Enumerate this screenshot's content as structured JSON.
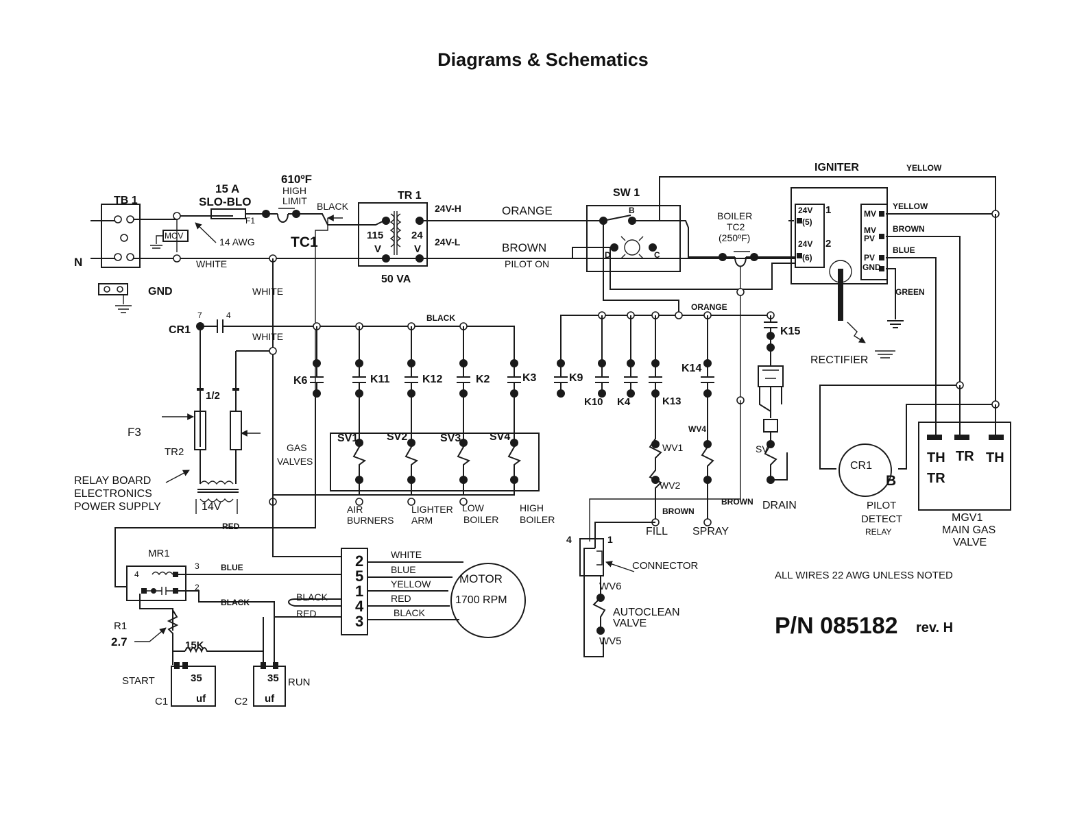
{
  "page": {
    "title": "Diagrams & Schematics"
  },
  "diagram": {
    "power_in": {
      "tb1": "TB 1",
      "n": "N",
      "gnd": "GND",
      "mov": "MOV",
      "f1": "F1",
      "awg14": "14 AWG",
      "white_top": "WHITE",
      "white_mid": "WHITE",
      "white_cr": "WHITE",
      "fuse_a": "15 A",
      "fuse_b": "SLO-BLO",
      "hl_a": "610ºF",
      "hl_b": "HIGH",
      "hl_c": "LIMIT",
      "black_top": "BLACK",
      "tc1": "TC1"
    },
    "transformer": {
      "name": "TR 1",
      "v115": "115",
      "v24": "24",
      "vl": "V",
      "vr": "V",
      "va": "50 VA",
      "h": "24V-H",
      "l": "24V-L",
      "orange": "ORANGE",
      "brown": "BROWN",
      "pilot_on": "PILOT ON"
    },
    "sw1": {
      "name": "SW 1",
      "b": "B",
      "c": "C",
      "d": "D"
    },
    "boiler": {
      "a": "BOILER",
      "b": "TC2",
      "c": "(250ºF)"
    },
    "igniter": {
      "label": "IGNITER",
      "yellow_top": "YELLOW",
      "t1": "24V",
      "t1n": "1",
      "t5": "(5)",
      "t2": "24V",
      "t2n": "2",
      "t6": "(6)",
      "mv": "MV",
      "mvpv_a": "MV",
      "mvpv_b": "PV",
      "pv": "PV",
      "gnd": "GND",
      "yellow": "YELLOW",
      "brown": "BROWN",
      "blue": "BLUE",
      "green": "GREEN",
      "rectifier": "RECTIFIER"
    },
    "relay_bus": {
      "cr1": "CR1",
      "p7": "7",
      "p4": "4",
      "black": "BLACK",
      "orange": "ORANGE",
      "k6": "K6",
      "k11": "K11",
      "k12": "K12",
      "k2": "K2",
      "k3": "K3",
      "k9": "K9",
      "k10": "K10",
      "k4": "K4",
      "k13": "K13",
      "k14": "K14",
      "k15": "K15",
      "wv4": "WV4",
      "wv1": "WV1",
      "wv2": "WV2",
      "brown_fill": "BROWN",
      "brown_drain": "BROWN",
      "fill": "FILL",
      "spray": "SPRAY",
      "sv": "SV",
      "drain": "DRAIN"
    },
    "gas_valves": {
      "label_a": "GAS",
      "label_b": "VALVES",
      "sv1": "SV1",
      "sv2": "SV2",
      "sv3": "SV3",
      "sv4": "SV4",
      "air_a": "AIR",
      "air_b": "BURNERS",
      "lighter_a": "LIGHTER",
      "lighter_b": "ARM",
      "low_a": "LOW",
      "low_b": "BOILER",
      "high_a": "HIGH",
      "high_b": "BOILER"
    },
    "power_supply": {
      "half": "1/2",
      "f3": "F3",
      "tr2": "TR2",
      "rb_a": "RELAY BOARD",
      "rb_b": "ELECTRONICS",
      "rb_c": "POWER SUPPLY",
      "v14": "14V",
      "red": "RED"
    },
    "motor": {
      "mr1": "MR1",
      "p3": "3",
      "p4": "4",
      "p2": "2",
      "blue": "BLUE",
      "black": "BLACK",
      "black_loop": "BLACK",
      "red": "RED",
      "r1": "R1",
      "r1v": "2.7",
      "r15k": "15K",
      "start": "START",
      "run": "RUN",
      "c1": "C1",
      "c2": "C2",
      "c35a": "35",
      "c35b": "35",
      "uf_a": "uf",
      "uf_b": "uf",
      "pins": [
        "2",
        "5",
        "1",
        "4",
        "3"
      ],
      "wires": [
        "WHITE",
        "BLUE",
        "YELLOW",
        "RED",
        "BLACK"
      ],
      "name": "MOTOR",
      "rpm": "1700 RPM"
    },
    "autoclean": {
      "p4": "4",
      "p1": "1",
      "connector": "CONNECTOR",
      "wv6": "WV6",
      "wv5": "WV5",
      "valve_a": "AUTOCLEAN",
      "valve_b": "VALVE"
    },
    "pilot_relay": {
      "cr1": "CR1",
      "b": "B",
      "a": "PILOT",
      "bb": "DETECT",
      "c": "RELAY"
    },
    "mgv1": {
      "th1": "TH",
      "tr1": "TR",
      "th2": "TH",
      "tr2": "TR",
      "name": "MGV1",
      "a": "MAIN GAS",
      "b": "VALVE"
    },
    "notes": {
      "awg": "ALL WIRES 22 AWG UNLESS NOTED",
      "pn": "P/N 085182",
      "rev": "rev. H"
    }
  }
}
